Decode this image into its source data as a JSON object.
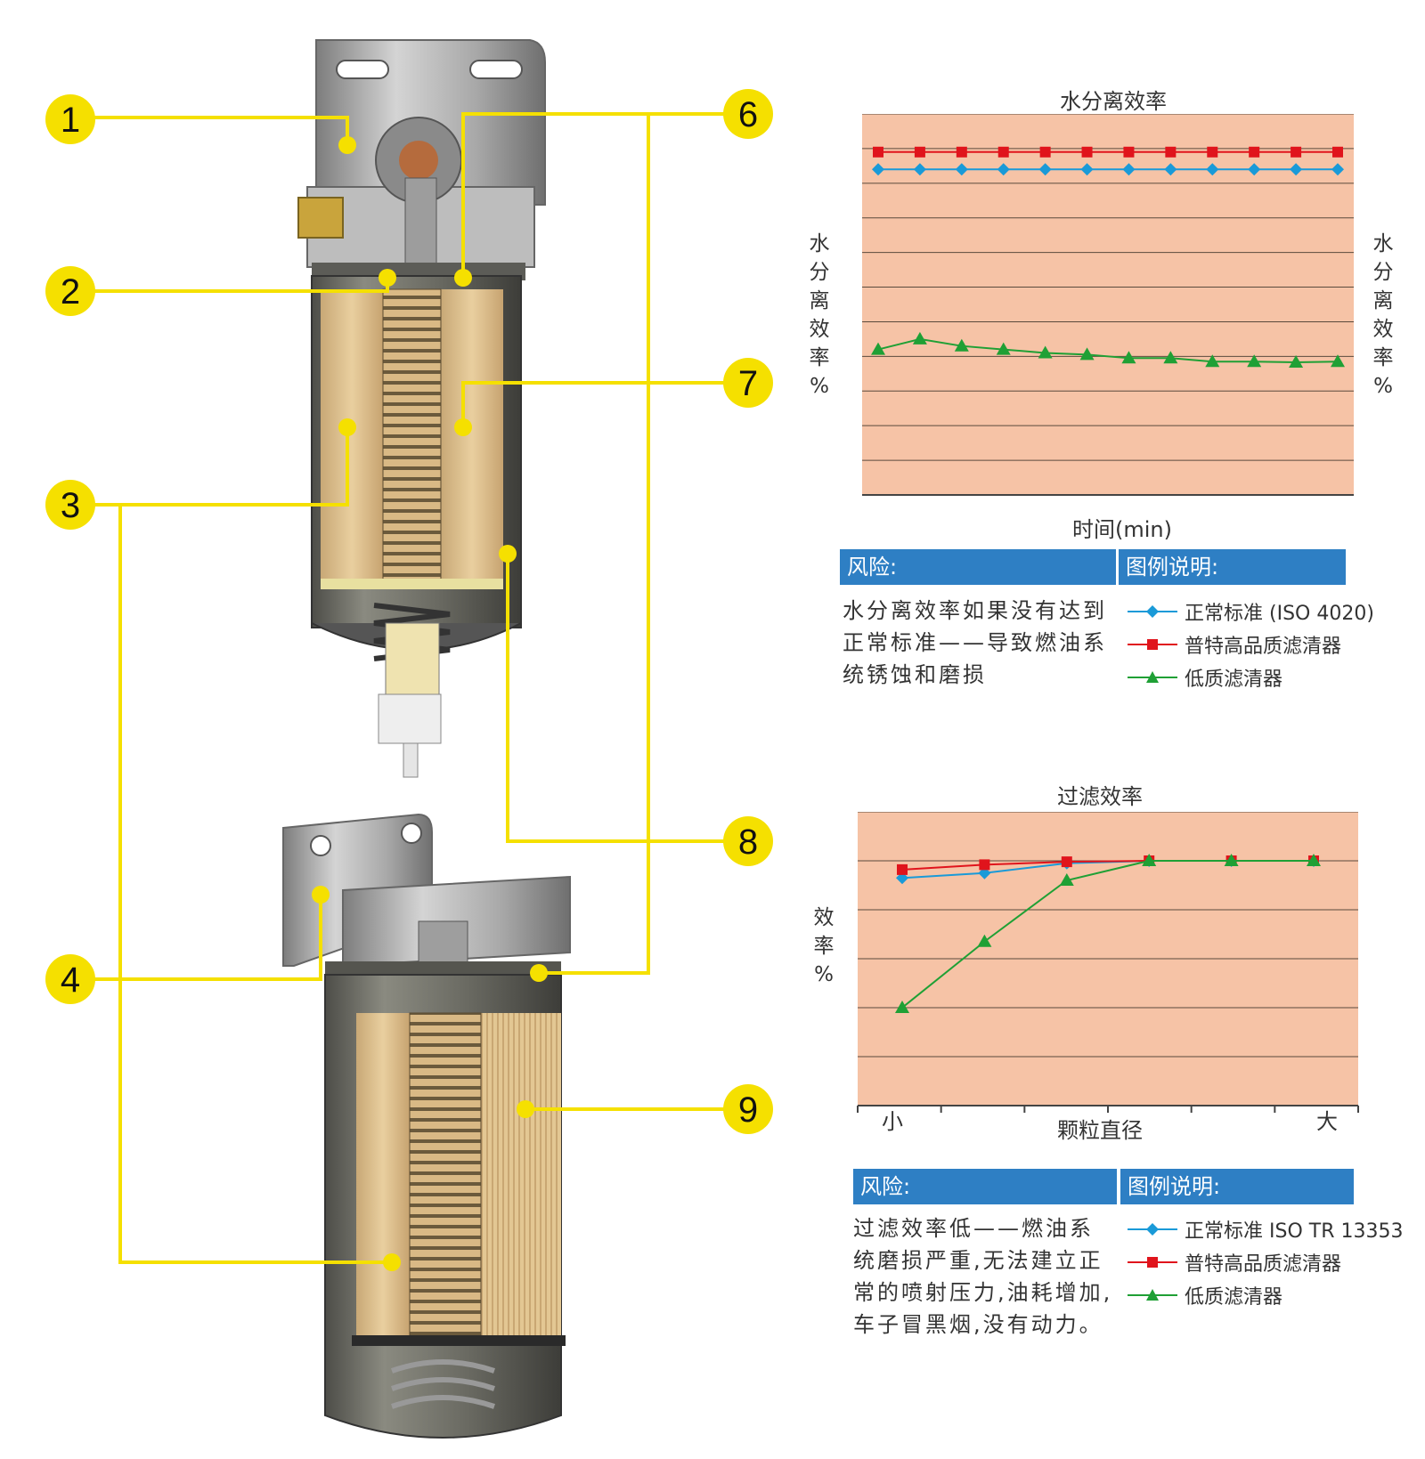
{
  "diagram": {
    "numbers": [
      "1",
      "2",
      "3",
      "4",
      "6",
      "7",
      "8",
      "9"
    ],
    "accent_color": "#f5e000"
  },
  "chart_top": {
    "title": "水分离效率",
    "ylabel": "水分离效率%",
    "xlabel": "时间(min)",
    "risk_header": "风险:",
    "legend_header": "图例说明:",
    "risk_text": "水分离效率如果没有达到正常标准——导致燃油系统锈蚀和磨损",
    "legend": [
      "正常标准 (ISO 4020)",
      "普特高品质滤清器",
      "低质滤清器"
    ]
  },
  "chart_bottom": {
    "title": "过滤效率",
    "ylabel": "效率%",
    "xlabel": "颗粒直径",
    "x_left": "小",
    "x_right": "大",
    "risk_header": "风险:",
    "legend_header": "图例说明:",
    "risk_text": "过滤效率低——燃油系统磨损严重,无法建立正常的喷射压力,油耗增加,车子冒黑烟,没有动力。",
    "legend": [
      "正常标准 ISO TR 13353",
      "普特高品质滤清器",
      "低质滤清器"
    ]
  },
  "colors": {
    "plot_bg": "#f6c3a6",
    "blue": "#1a9ad8",
    "red": "#e0141c",
    "green": "#1fa035",
    "header": "#2e7fc4"
  },
  "chart_data": [
    {
      "type": "line",
      "title": "水分离效率",
      "xlabel": "时间(min)",
      "ylabel": "水分离效率%",
      "x": [
        1,
        2,
        3,
        4,
        5,
        6,
        7,
        8,
        9,
        10,
        11,
        12
      ],
      "ylim": [
        0,
        11
      ],
      "grid": true,
      "series": [
        {
          "name": "正常标准 (ISO 4020)",
          "color": "#1a9ad8",
          "marker": "diamond",
          "values": [
            9.4,
            9.4,
            9.4,
            9.4,
            9.4,
            9.4,
            9.4,
            9.4,
            9.4,
            9.4,
            9.4,
            9.4
          ]
        },
        {
          "name": "普特高品质滤清器",
          "color": "#e0141c",
          "marker": "square",
          "values": [
            9.9,
            9.9,
            9.9,
            9.9,
            9.9,
            9.9,
            9.9,
            9.9,
            9.9,
            9.9,
            9.9,
            9.9
          ]
        },
        {
          "name": "低质滤清器",
          "color": "#1fa035",
          "marker": "triangle",
          "values": [
            4.2,
            4.5,
            4.3,
            4.2,
            4.1,
            4.05,
            3.95,
            3.95,
            3.85,
            3.85,
            3.83,
            3.85
          ]
        }
      ]
    },
    {
      "type": "line",
      "title": "过滤效率",
      "xlabel": "颗粒直径",
      "ylabel": "效率%",
      "x": [
        1,
        2,
        3,
        4,
        5,
        6
      ],
      "ylim": [
        0,
        6
      ],
      "grid": true,
      "series": [
        {
          "name": "正常标准 ISO TR 13353",
          "color": "#1a9ad8",
          "marker": "diamond",
          "values": [
            4.65,
            4.75,
            4.95,
            5,
            5,
            5
          ]
        },
        {
          "name": "普特高品质滤清器",
          "color": "#e0141c",
          "marker": "square",
          "values": [
            4.82,
            4.92,
            4.98,
            5,
            5,
            5
          ]
        },
        {
          "name": "低质滤清器",
          "color": "#1fa035",
          "marker": "triangle",
          "values": [
            2,
            3.35,
            4.6,
            5,
            5,
            5
          ]
        }
      ]
    }
  ]
}
